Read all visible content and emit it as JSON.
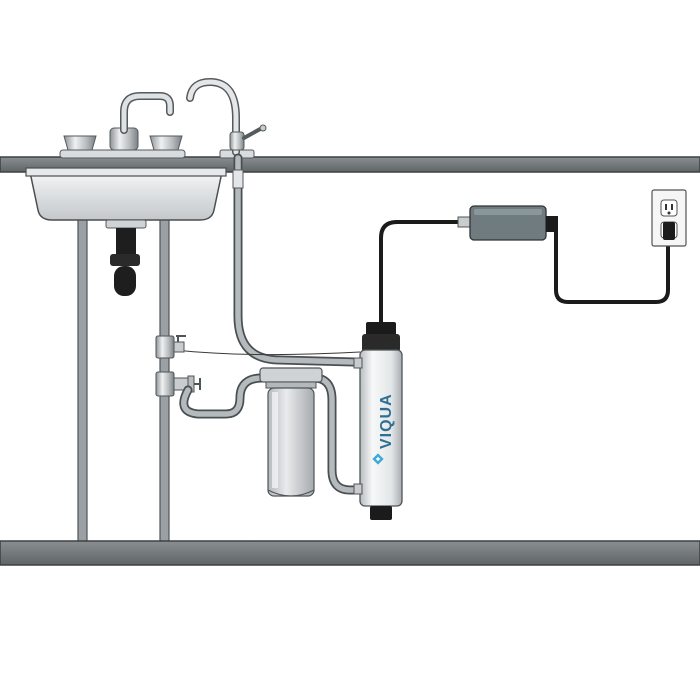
{
  "brand": {
    "name": "VIQUA",
    "color": "#2f6f93",
    "logo_color": "#3fa9d8"
  },
  "colors": {
    "counter": "#707477",
    "counter_edge": "#3d4043",
    "chrome": "#c9ccce",
    "chrome_dark": "#6d7276",
    "black": "#1b1b1b",
    "housing": "#eef0f1",
    "power_box": "#6f7b7e"
  },
  "components": [
    "sink-basin",
    "faucet",
    "drinking-water-faucet",
    "sink-drain",
    "shutoff-valves",
    "sediment-filter",
    "uv-chamber",
    "power-supply",
    "wall-outlet"
  ]
}
